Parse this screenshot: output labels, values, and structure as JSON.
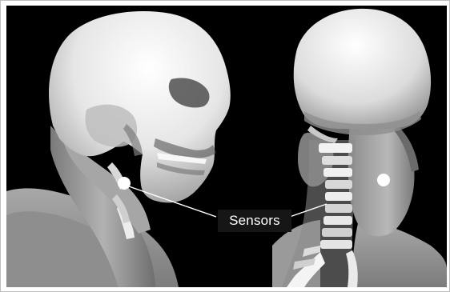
{
  "figure": {
    "callout_label": "Sensors",
    "depicts": [
      "skull-side-view",
      "skull-rear-view",
      "neck-muscles",
      "cervical-spine",
      "sensor-markers"
    ]
  },
  "colors": {
    "background": "#000000",
    "bone": "#e8e8e8",
    "muscle": "#9a9a9a",
    "sensor_dot": "#ffffff",
    "label_text": "#ffffff",
    "frame": "#ffffff"
  }
}
